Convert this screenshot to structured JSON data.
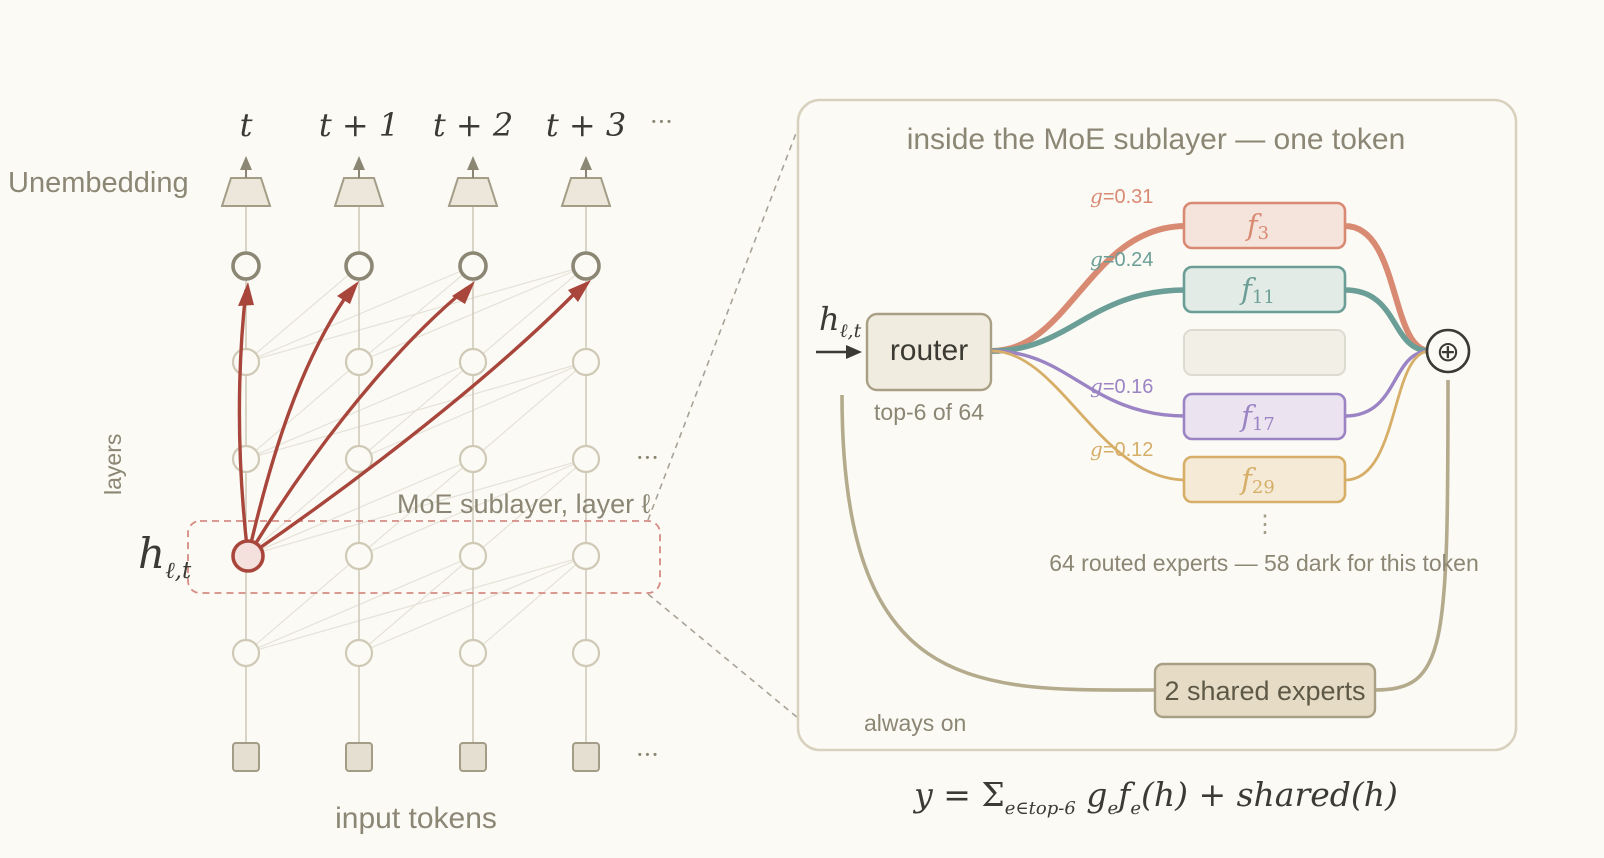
{
  "columns": {
    "labels": [
      {
        "main": "t",
        "op": "",
        "num": ""
      },
      {
        "main": "t",
        "op": "+",
        "num": "1"
      },
      {
        "main": "t",
        "op": "+",
        "num": "2"
      },
      {
        "main": "t",
        "op": "+",
        "num": "3"
      }
    ],
    "ellipsis": "···"
  },
  "left": {
    "unembedding_label": "Unembedding",
    "layers_label": "layers",
    "h_label": {
      "main": "h",
      "sub": "ℓ,t"
    },
    "moe_sublayer_label": "MoE sublayer, layer ℓ",
    "input_tokens_label": "input tokens",
    "ellipsis_mid": "···",
    "ellipsis_bottom": "···"
  },
  "panel": {
    "title": "inside the MoE sublayer — one token",
    "input": {
      "main": "h",
      "sub": "ℓ,t"
    },
    "router_label": "router",
    "router_caption": "top-6 of 64",
    "experts": [
      {
        "name": "f",
        "sub": "3",
        "gate_var": "g",
        "gate_value": "=0.31",
        "color": "#d98a73",
        "fill": "#f5e4dc"
      },
      {
        "name": "f",
        "sub": "11",
        "gate_var": "g",
        "gate_value": "=0.24",
        "color": "#6b9e96",
        "fill": "#e2ebe6"
      },
      {
        "name": "",
        "sub": "",
        "gate_var": "",
        "gate_value": "",
        "color": "#dcdbd0",
        "fill": "#f1efe6"
      },
      {
        "name": "f",
        "sub": "17",
        "gate_var": "g",
        "gate_value": "=0.16",
        "color": "#9b84c4",
        "fill": "#ebe4f0"
      },
      {
        "name": "f",
        "sub": "29",
        "gate_var": "g",
        "gate_value": "=0.12",
        "color": "#d6ae68",
        "fill": "#f5ead6"
      }
    ],
    "vertical_ellipsis": "⋮",
    "routed_caption": "64 routed experts — 58 dark for this token",
    "shared_label": "2 shared experts",
    "always_on_label": "always on",
    "sum_symbol": "⊕"
  },
  "formula": {
    "y": "y",
    "eq": " = Σ",
    "sum_sub": "e∈top-6",
    "g": " g",
    "g_sub": "e",
    "f": "f",
    "f_sub": "e",
    "rest": "(h) + shared(h)"
  },
  "colors": {
    "background": "#fbfaf5",
    "text_gray": "#8c8674",
    "highlight_red": "#a8463c",
    "node_stroke": "#c8c2ae",
    "output_node_stroke": "#8c8674",
    "panel_border": "#d7d1bd",
    "shared_fill": "#e6dcc6",
    "shared_stroke": "#a89f85"
  }
}
